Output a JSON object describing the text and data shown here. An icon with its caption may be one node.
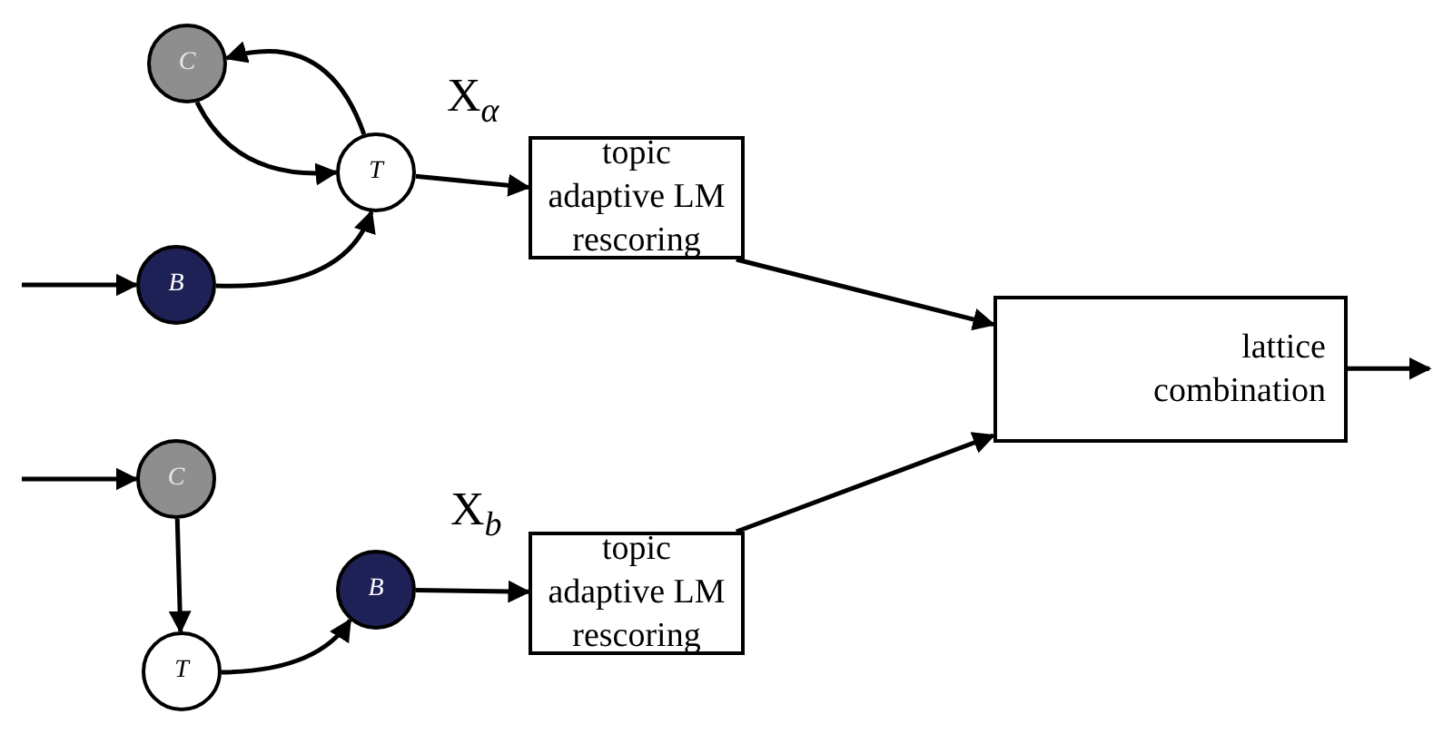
{
  "diagram": {
    "nodes": [
      {
        "text": [
          "C"
        ]
      },
      {
        "text": [
          "T"
        ]
      },
      {
        "text": [
          "B"
        ]
      },
      {
        "text": [
          "topic adaptive LM rescoring"
        ]
      },
      {
        "text": [
          "lattice combination"
        ]
      },
      {
        "text": [
          "C"
        ]
      },
      {
        "text": [
          "T"
        ]
      },
      {
        "text": [
          "B"
        ]
      },
      {
        "text": [
          "topic adaptive LM rescoring"
        ]
      }
    ],
    "edges": [
      {
        "from": 1,
        "to": 0,
        "arrow": "to"
      },
      {
        "from": 0,
        "to": 1,
        "arrow": "to"
      },
      {
        "from": 2,
        "to": 1,
        "arrow": "to"
      },
      {
        "from": null,
        "to": 2,
        "arrow": "to"
      },
      {
        "from": 1,
        "to": 3,
        "arrow": "to",
        "label": "X$_{α}$"
      },
      {
        "from": null,
        "to": 5,
        "arrow": "to"
      },
      {
        "from": 5,
        "to": 6,
        "arrow": "to"
      },
      {
        "from": 6,
        "to": 7,
        "arrow": "to"
      },
      {
        "from": 7,
        "to": 8,
        "arrow": "to",
        "label": "X$_{b}$"
      },
      {
        "from": 3,
        "to": 4,
        "arrow": "to"
      },
      {
        "from": 8,
        "to": 4,
        "arrow": "to"
      },
      {
        "from": 4,
        "to": null,
        "arrow": "to"
      }
    ]
  }
}
